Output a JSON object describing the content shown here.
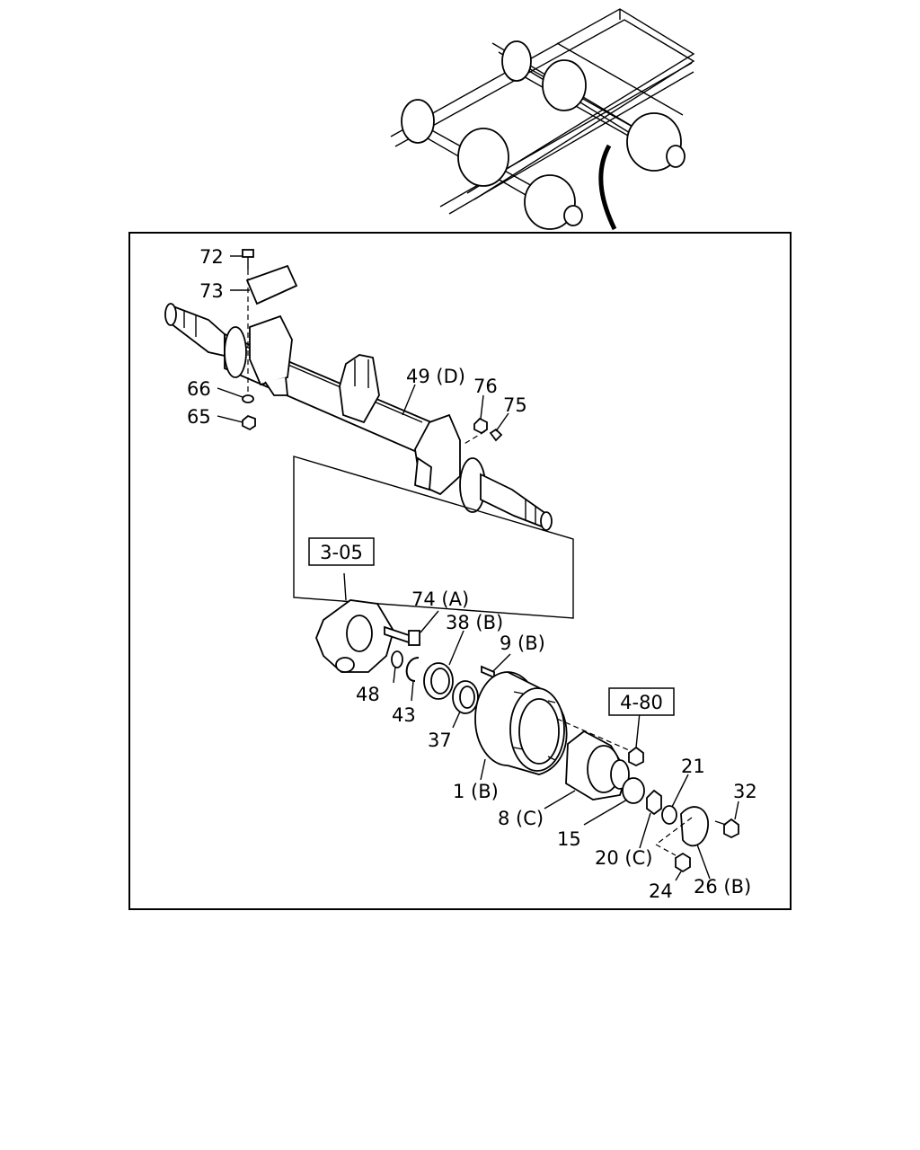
{
  "diagram": {
    "ref_boxes": [
      {
        "id": "ref-3-05",
        "text": "3-05"
      },
      {
        "id": "ref-4-80",
        "text": "4-80"
      }
    ],
    "callouts": {
      "c72": "72",
      "c73": "73",
      "c66": "66",
      "c65": "65",
      "c49": "49 (D)",
      "c76": "76",
      "c75": "75",
      "c74": "74 (A)",
      "c38": "38 (B)",
      "c9": "9 (B)",
      "c48": "48",
      "c43": "43",
      "c37": "37",
      "c1": "1 (B)",
      "c8": "8 (C)",
      "c15": "15",
      "c20": "20 (C)",
      "c21": "21",
      "c32": "32",
      "c24": "24",
      "c26": "26 (B)"
    }
  }
}
